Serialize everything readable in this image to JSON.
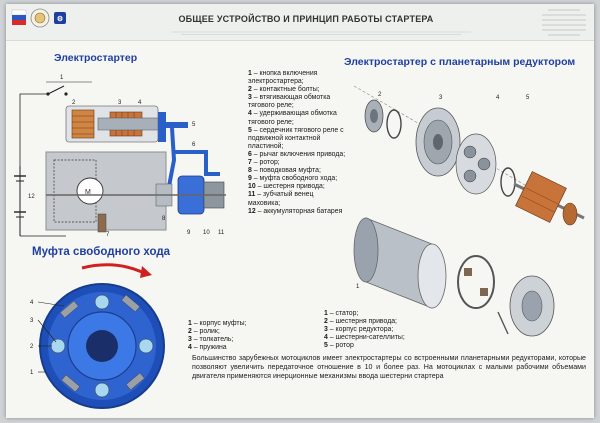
{
  "header": {
    "title": "ОБЩЕЕ УСТРОЙСТВО И ПРИНЦИП РАБОТЫ СТАРТЕРА"
  },
  "sections": {
    "starter": "Электростартер",
    "planetary": "Электростартер с планетарным редуктором",
    "clutch": "Муфта свободного хода"
  },
  "starter_legend": [
    {
      "num": "1",
      "text": "кнопка включения электростартера;"
    },
    {
      "num": "2",
      "text": "контактные болты;"
    },
    {
      "num": "3",
      "text": "втягивающая обмотка тягового реле;"
    },
    {
      "num": "4",
      "text": "удерживающая обмотка тягового реле;"
    },
    {
      "num": "5",
      "text": "сердечник тягового реле с подвижной контактной пластиной;"
    },
    {
      "num": "6",
      "text": "рычаг включения привода;"
    },
    {
      "num": "7",
      "text": "ротор;"
    },
    {
      "num": "8",
      "text": "поводковая муфта;"
    },
    {
      "num": "9",
      "text": "муфта свободного хода;"
    },
    {
      "num": "10",
      "text": "шестерня привода;"
    },
    {
      "num": "11",
      "text": "зубчатый венец маховика;"
    },
    {
      "num": "12",
      "text": "аккумуляторная батарея"
    }
  ],
  "clutch_legend": [
    {
      "num": "1",
      "text": "корпус муфты;"
    },
    {
      "num": "2",
      "text": "ролик;"
    },
    {
      "num": "3",
      "text": "толкатель;"
    },
    {
      "num": "4",
      "text": "пружина"
    }
  ],
  "planetary_legend": [
    {
      "num": "1",
      "text": "статор;"
    },
    {
      "num": "2",
      "text": "шестерня привода;"
    },
    {
      "num": "3",
      "text": "корпус редуктора;"
    },
    {
      "num": "4",
      "text": "шестерни-сателлиты;"
    },
    {
      "num": "5",
      "text": "ротор"
    }
  ],
  "note": "Большинство зарубежных мотоциклов имеет электростартеры со встроенными планетарными редукторами, которые позволяют увеличить передаточное отношение в 10 и более раз. На мотоциклах с малыми рабочими объемами двигателя применяются инерционные механизмы ввода шестерни стартера",
  "diagram_labels": {
    "starter": [
      "1",
      "2",
      "3",
      "4",
      "5",
      "6",
      "7",
      "8",
      "9",
      "10",
      "11",
      "12"
    ],
    "planetary": [
      "1",
      "2",
      "3",
      "4",
      "5"
    ],
    "clutch": [
      "1",
      "2",
      "3",
      "4"
    ]
  },
  "colors": {
    "heading": "#1f3fa0",
    "copper": "#c8733a",
    "steel": "#9aa3ad",
    "blue": "#2a5fc8",
    "red_arrow": "#d02020"
  }
}
